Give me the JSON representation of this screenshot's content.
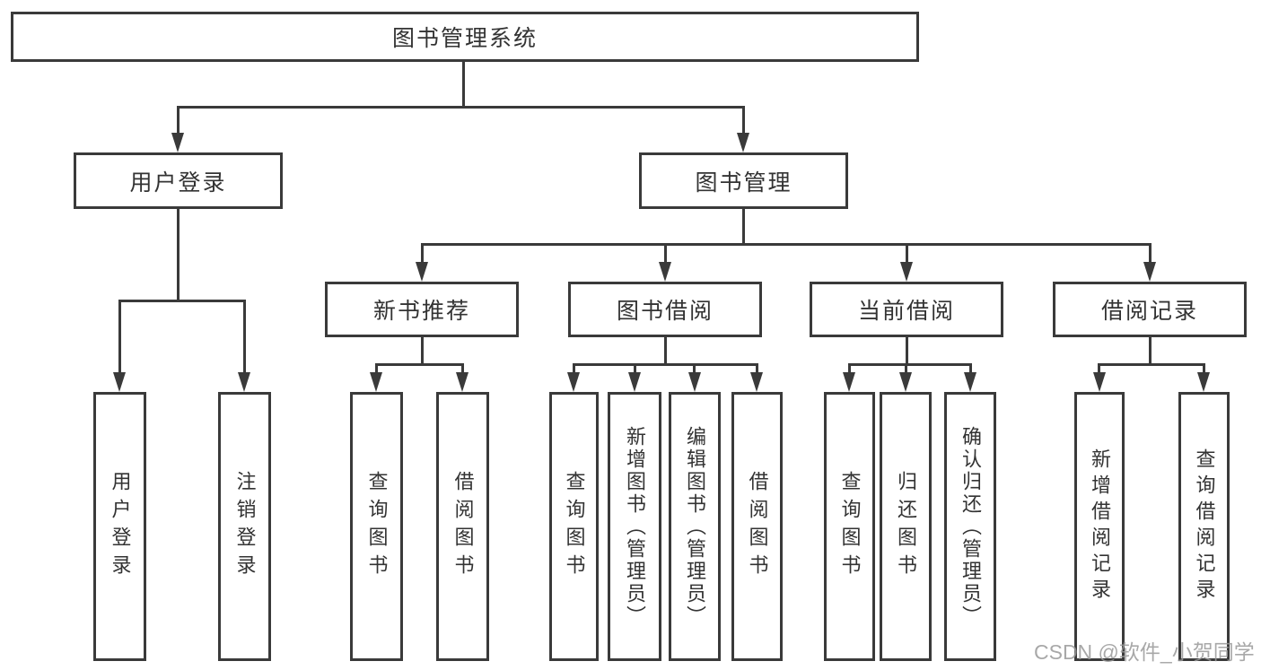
{
  "diagram": {
    "root": {
      "label": "图书管理系统"
    },
    "level2": [
      {
        "label": "用户登录"
      },
      {
        "label": "图书管理"
      }
    ],
    "level3": [
      {
        "label": "新书推荐",
        "parent": "图书管理"
      },
      {
        "label": "图书借阅",
        "parent": "图书管理"
      },
      {
        "label": "当前借阅",
        "parent": "图书管理"
      },
      {
        "label": "借阅记录",
        "parent": "图书管理"
      }
    ],
    "leaves": [
      {
        "label": "用户登录",
        "parent": "用户登录"
      },
      {
        "label": "注销登录",
        "parent": "用户登录"
      },
      {
        "label": "查询图书",
        "parent": "新书推荐"
      },
      {
        "label": "借阅图书",
        "parent": "新书推荐"
      },
      {
        "label": "查询图书",
        "parent": "图书借阅"
      },
      {
        "label": "新增图书（管理员）",
        "parent": "图书借阅"
      },
      {
        "label": "编辑图书（管理员）",
        "parent": "图书借阅"
      },
      {
        "label": "借阅图书",
        "parent": "图书借阅"
      },
      {
        "label": "查询图书",
        "parent": "当前借阅"
      },
      {
        "label": "归还图书",
        "parent": "当前借阅"
      },
      {
        "label": "确认归还（管理员）",
        "parent": "当前借阅"
      },
      {
        "label": "新增借阅记录",
        "parent": "借阅记录"
      },
      {
        "label": "查询借阅记录",
        "parent": "借阅记录"
      }
    ]
  },
  "watermark": "CSDN @软件_小贺同学",
  "colors": {
    "line": "#3a3a3a",
    "text": "#333333",
    "watermark": "#999999",
    "background": "#ffffff"
  }
}
